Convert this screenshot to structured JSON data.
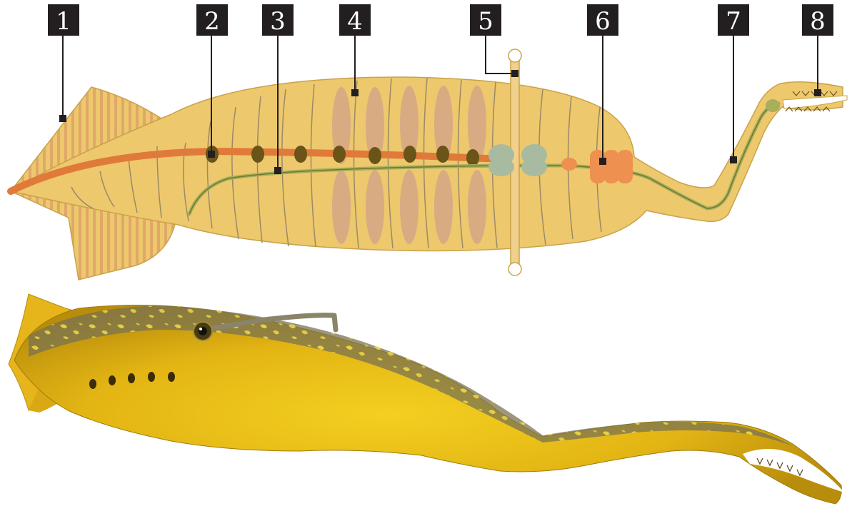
{
  "labels": [
    {
      "id": "1",
      "text": "1"
    },
    {
      "id": "2",
      "text": "2"
    },
    {
      "id": "3",
      "text": "3"
    },
    {
      "id": "4",
      "text": "4"
    },
    {
      "id": "5",
      "text": "5"
    },
    {
      "id": "6",
      "text": "6"
    },
    {
      "id": "7",
      "text": "7"
    },
    {
      "id": "8",
      "text": "8"
    }
  ],
  "colors": {
    "body": "#edc86d",
    "body_outline": "#c9a24a",
    "notochord": "#e07a3a",
    "nerve_cord": "#7a8a3a",
    "nodes": "#6a5418",
    "gills": "#d9ab82",
    "eye_bar": "#f0d08a",
    "brain": "#a8bba0",
    "gut_organs": "#ee9050",
    "label_bg": "#231f20",
    "label_text": "#ffffff"
  }
}
